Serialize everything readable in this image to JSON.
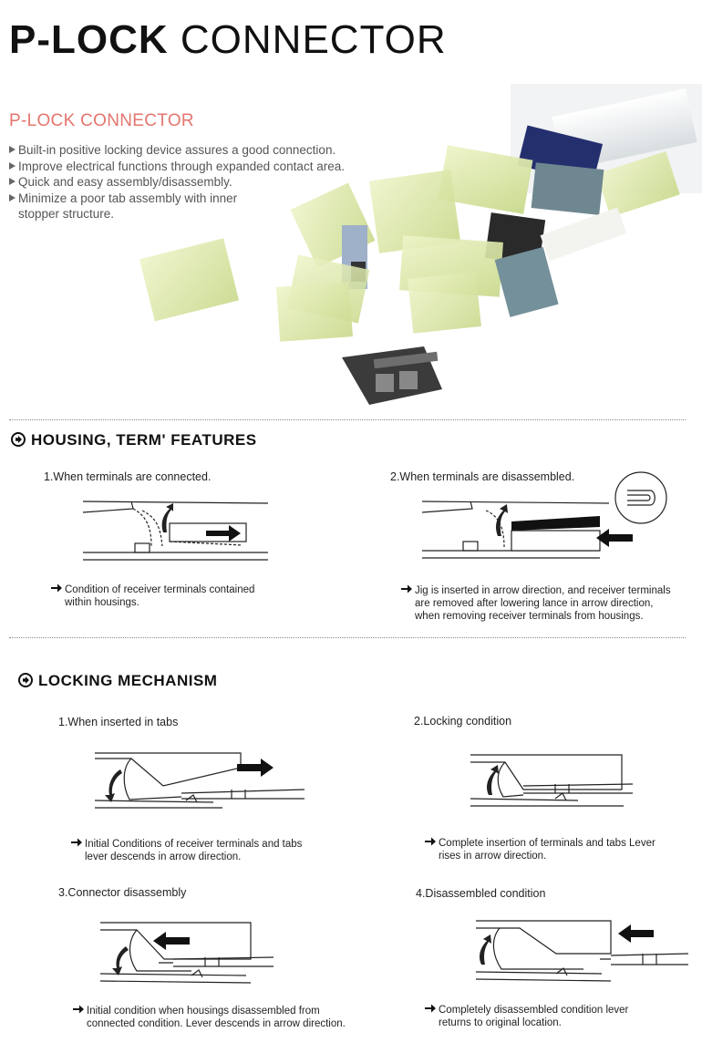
{
  "header": {
    "title_bold": "P-LOCK",
    "title_light": "CONNECTOR"
  },
  "intro": {
    "subtitle": "P-LOCK CONNECTOR",
    "bullets": [
      "Built-in positive locking device assures a good connection.",
      "Improve electrical functions through expanded contact area.",
      "Quick and easy assembly/disassembly.",
      "Minimize a poor tab assembly with inner",
      "stopper structure."
    ]
  },
  "housing": {
    "heading": "HOUSING, TERM' FEATURES",
    "step1": {
      "caption": "1.When terminals are connected.",
      "note_line1": "Condition of receiver terminals contained",
      "note_line2": "within housings."
    },
    "step2": {
      "caption": "2.When terminals are disassembled.",
      "note_line1": "Jig is inserted in arrow direction, and receiver terminals",
      "note_line2": "are removed after lowering lance in arrow direction,",
      "note_line3": "when removing receiver terminals from housings."
    }
  },
  "locking": {
    "heading": "LOCKING MECHANISM",
    "step1": {
      "caption": "1.When inserted in tabs",
      "note_line1": "Initial Conditions of receiver terminals and tabs",
      "note_line2": "lever descends in arrow direction."
    },
    "step2": {
      "caption": "2.Locking condition",
      "note_line1": "Complete insertion of terminals and tabs Lever",
      "note_line2": "rises in arrow direction."
    },
    "step3": {
      "caption": "3.Connector disassembly",
      "note_line1": "Initial condition when housings disassembled from",
      "note_line2": "connected condition. Lever descends in arrow direction."
    },
    "step4": {
      "caption": "4.Disassembled condition",
      "note_line1": "Completely disassembled condition lever",
      "note_line2": "returns to original location."
    }
  },
  "colors": {
    "subtitle": "#e4756d",
    "housing_green": "#d9e6a6",
    "housing_black": "#2b2b2b",
    "housing_navy": "#1f2a6b"
  }
}
